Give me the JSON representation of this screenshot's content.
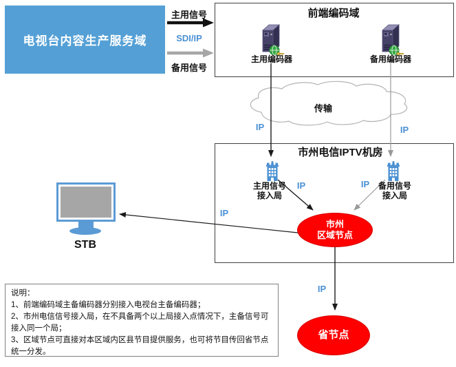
{
  "colors": {
    "producer_blue": "#54A0D6",
    "ip_blue": "#4A90D5",
    "node_red": "#FF0000",
    "gray_arrow": "#A6A6A6",
    "stb_blue": "#5B9BD5"
  },
  "producer": {
    "label": "电视台内容生产服务域"
  },
  "link_labels": {
    "main_signal": "主用信号",
    "sdi_ip": "SDI/IP",
    "backup_signal": "备用信号"
  },
  "frontend": {
    "title": "前端编码域",
    "main_encoder": "主用编码器",
    "backup_encoder": "备用编码器"
  },
  "transmission": {
    "cloud": "传输",
    "ip_main": "IP",
    "ip_backup": "IP"
  },
  "iptv_room": {
    "title": "市州电信IPTV机房",
    "main_office": {
      "line1": "主用信号",
      "line2": "接入局"
    },
    "backup_office": {
      "line1": "备用信号",
      "line2": "接入局"
    },
    "ip_main": "IP",
    "ip_backup": "IP",
    "regional_node": {
      "line1": "市州",
      "line2": "区域节点"
    }
  },
  "stb": {
    "label": "STB",
    "ip": "IP"
  },
  "province": {
    "ip": "IP",
    "node": "省节点"
  },
  "notes": {
    "title": "说明：",
    "items": [
      "1、前端编码域主备编码器分别接入电视台主备编码器；",
      "2、市州电信信号接入局，在不具备两个以上局接入点情况下，主备信号可接入同一个局；",
      "3、区域节点可直接对本区域内区县节目提供服务，也可将节目传回省节点统一分发。"
    ]
  }
}
